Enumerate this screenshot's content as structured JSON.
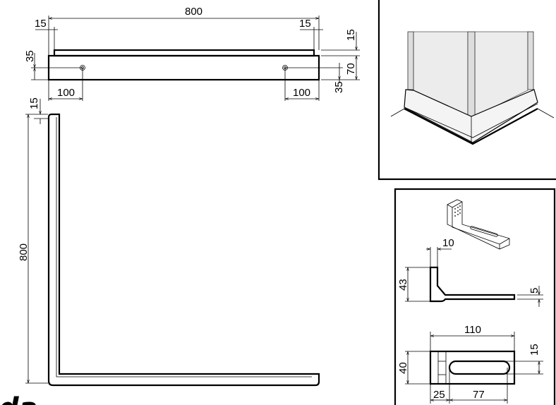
{
  "top_view": {
    "overall_width": "800",
    "left_inset": "15",
    "right_inset": "15",
    "strip_height": "15",
    "base_height": "70",
    "left_hole_height": "35",
    "right_hole_height": "35",
    "left_hole_offset": "100",
    "right_hole_offset": "100"
  },
  "profile_view": {
    "length": "800",
    "thickness": "15"
  },
  "bracket_side_view": {
    "flange_thickness": "10",
    "height": "43",
    "arm_thickness": "5"
  },
  "bracket_plan_view": {
    "length": "110",
    "width": "40",
    "slot_width": "15",
    "slot_offset": "25",
    "slot_length": "77"
  },
  "logo": {
    "text": "da"
  },
  "colors": {
    "line": "#000000",
    "background": "#ffffff",
    "glass": "#ececec"
  }
}
